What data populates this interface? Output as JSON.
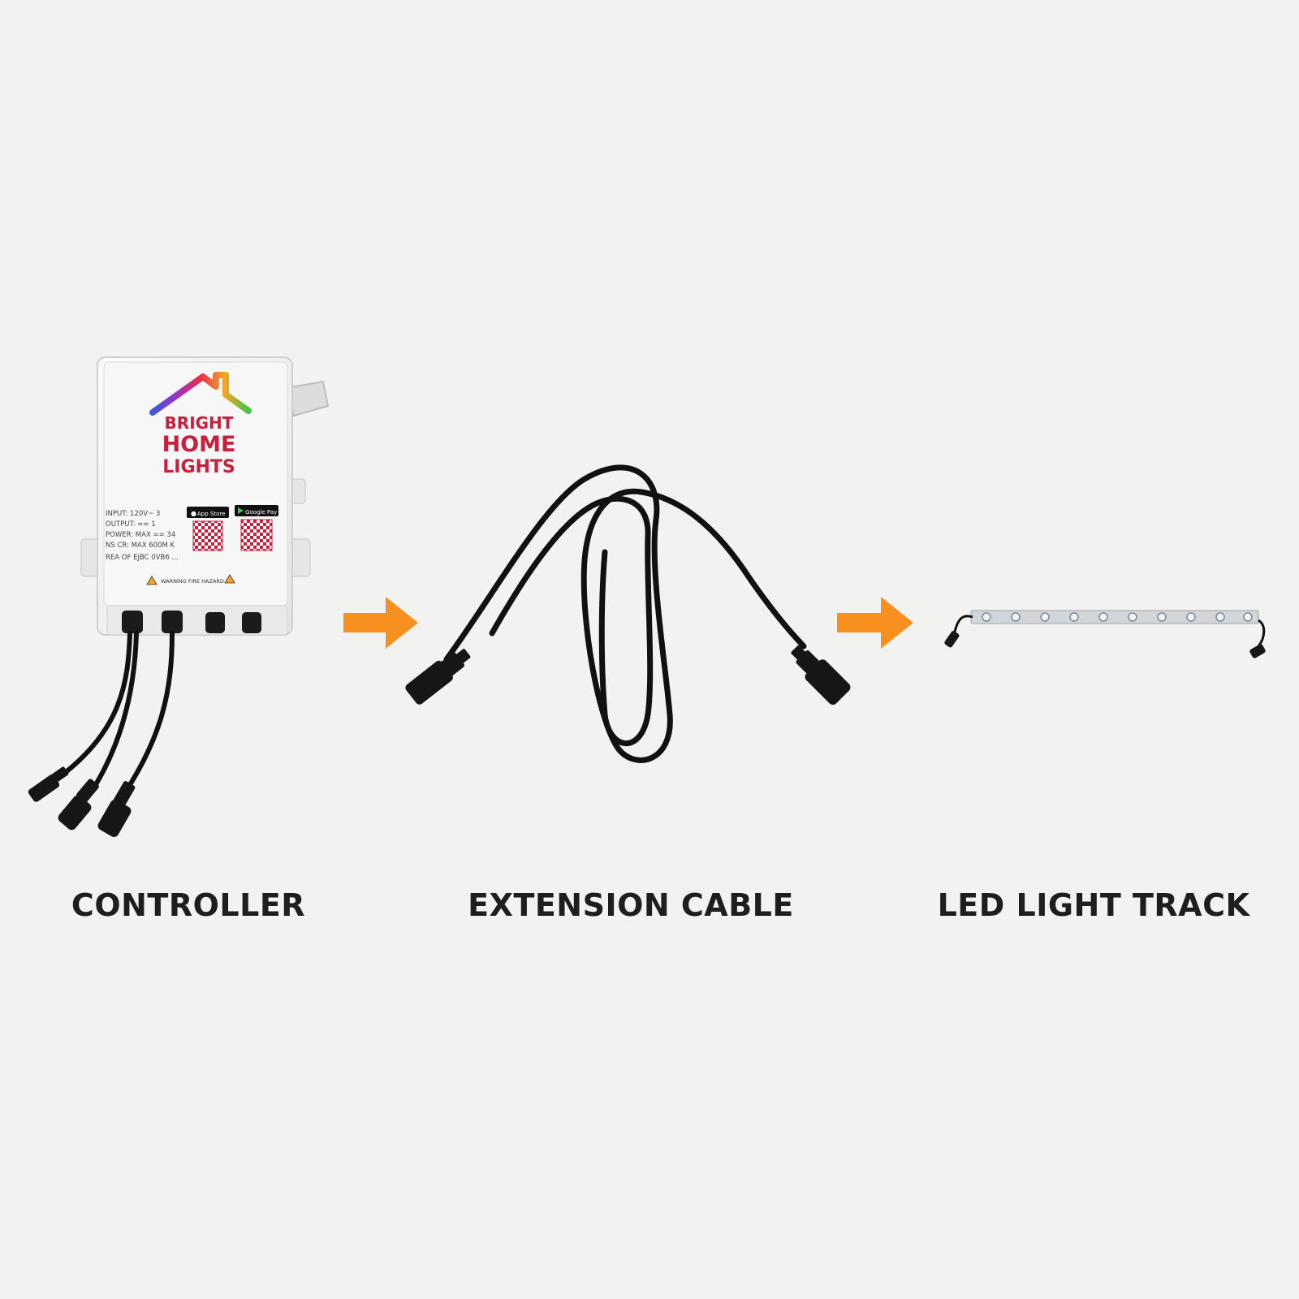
{
  "colors": {
    "background": "#f2f2f1",
    "arrow": "#f7901e",
    "cable": "#111111",
    "logo_text": "#c8203c",
    "caption": "#1e1e1e"
  },
  "controller": {
    "logo_line1": "BRIGHT",
    "logo_line2": "HOME",
    "logo_line3": "LIGHTS",
    "specs": [
      "INPUT: 120V~ 3",
      "OUTPUT: == 1",
      "POWER: MAX == 34",
      "NS CR: MAX 600M K",
      "REA OF EJBC 0VB6 ..."
    ],
    "app_store_badge": "App Store",
    "google_play_badge": "Google Pay",
    "warning_text": "WARNING FIRE HAZARD"
  },
  "captions": {
    "controller": "CONTROLLER",
    "extension_cable": "EXTENSION CABLE",
    "led_light_track": "LED LIGHT TRACK"
  },
  "icons": [
    "arrow-right-icon",
    "qr-code-icon",
    "apple-icon",
    "play-store-icon",
    "warning-icon"
  ]
}
